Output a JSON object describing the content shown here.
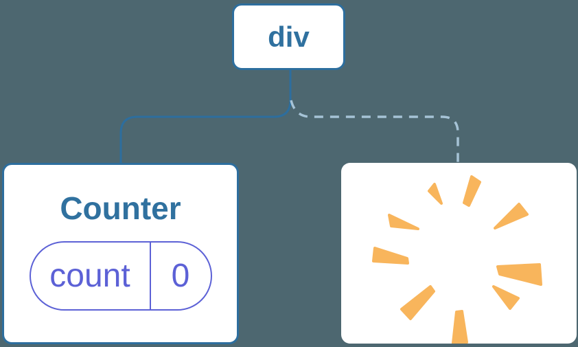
{
  "colors": {
    "background": "#4D6770",
    "node_border": "#2D6E9E",
    "node_background": "#FFFFFF",
    "label_text": "#30719F",
    "state_accent": "#5C61D6",
    "dashed_line": "#A6C3D6",
    "burst": "#F8B55C"
  },
  "diagram": {
    "root_node": {
      "label": "div"
    },
    "counter_node": {
      "title": "Counter",
      "state_pill": {
        "key": "count",
        "value": "0"
      }
    },
    "removed_node": {
      "icon": "poof-burst-icon"
    },
    "connectors": {
      "left": "solid",
      "right": "dashed"
    }
  }
}
